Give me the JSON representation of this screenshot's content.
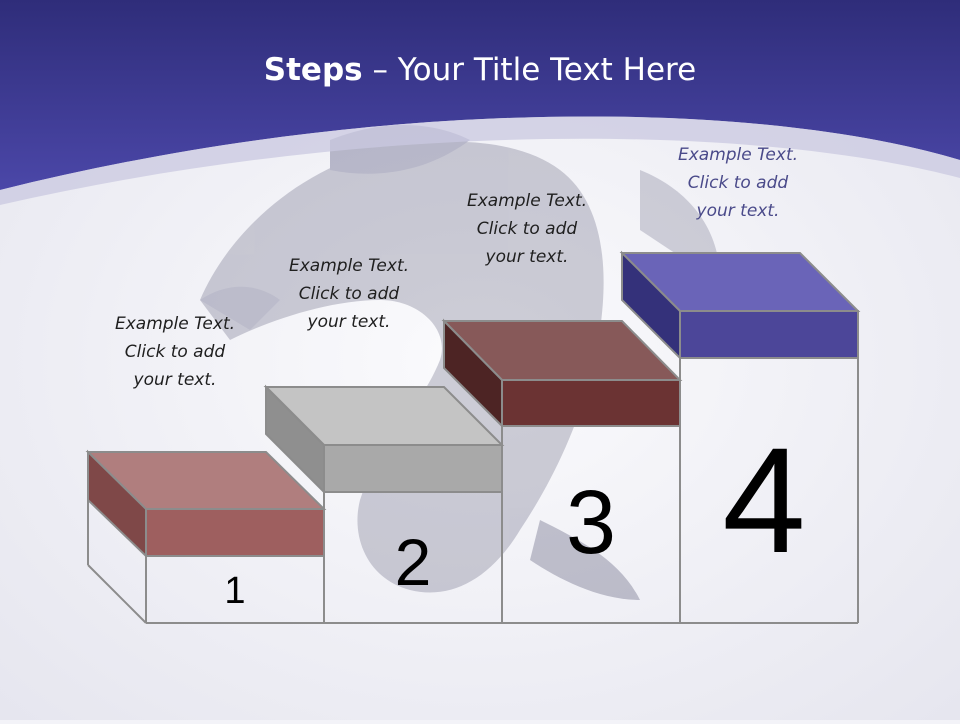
{
  "slide": {
    "title_bold": "Steps",
    "title_rest": " – Your Title Text Here"
  },
  "steps": [
    {
      "number": "1",
      "caption": [
        "Example Text.",
        "Click  to add",
        "your text."
      ],
      "color": "#9e5f5f"
    },
    {
      "number": "2",
      "caption": [
        "Example Text.",
        "Click  to add",
        "your text."
      ],
      "color": "#a9a9a9"
    },
    {
      "number": "3",
      "caption": [
        "Example Text.",
        "Click  to add",
        "your text."
      ],
      "color": "#6b3333"
    },
    {
      "number": "4",
      "caption": [
        "Example Text.",
        "Click  to add",
        "your text."
      ],
      "color": "#4c4699"
    }
  ],
  "colors": {
    "header": "#3c3a8f",
    "header_light": "#5c58b0",
    "outline": "#8c8c8c"
  }
}
